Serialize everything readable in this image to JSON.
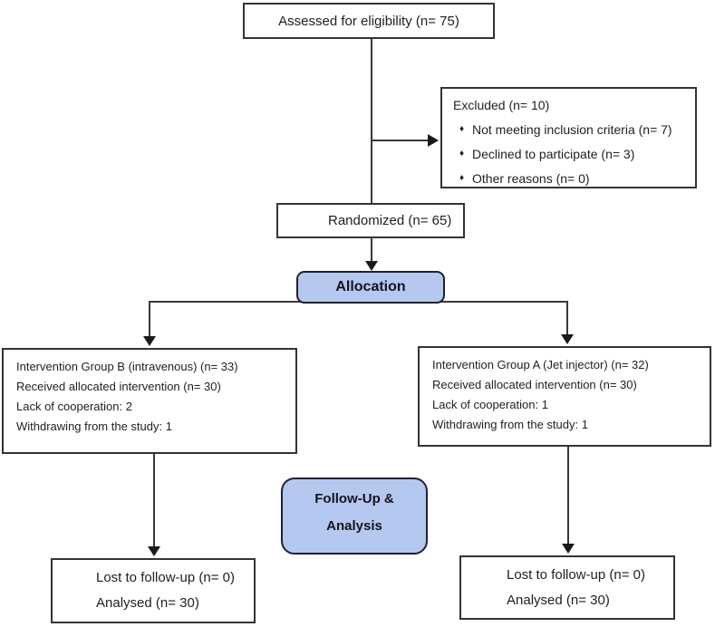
{
  "diagram": {
    "nodes": {
      "assessed": {
        "label": "Assessed for eligibility (n= 75)"
      },
      "excluded": {
        "title": "Excluded (n= 10)",
        "bullet_char": "♦",
        "items": [
          "Not meeting inclusion criteria (n= 7)",
          "Declined to participate (n= 3)",
          "Other reasons (n= 0)"
        ]
      },
      "randomized": {
        "label": "Randomized (n= 65)"
      },
      "allocation": {
        "label": "Allocation"
      },
      "group_b": {
        "lines": [
          "Intervention Group B (intravenous) (n= 33)",
          "Received allocated intervention (n= 30)",
          "Lack of cooperation: 2",
          "Withdrawing from the study: 1"
        ]
      },
      "group_a": {
        "lines": [
          "Intervention Group A (Jet injector) (n= 32)",
          "Received allocated intervention (n= 30)",
          "Lack of cooperation: 1",
          "Withdrawing from the study: 1"
        ]
      },
      "followup": {
        "line1": "Follow-Up &",
        "line2": "Analysis"
      },
      "lost_left": {
        "lines": [
          "Lost to follow-up (n= 0)",
          "Analysed (n= 30)"
        ]
      },
      "lost_right": {
        "lines": [
          "Lost to follow-up (n= 0)",
          "Analysed (n= 30)"
        ]
      }
    },
    "colors": {
      "accent_fill": "#b5c8f0",
      "accent_border": "#20202e",
      "accent_text": "#14141e",
      "box_border": "#333333",
      "connector": "#383838",
      "background": "#ffffff",
      "text": "#1f1f1f"
    }
  }
}
